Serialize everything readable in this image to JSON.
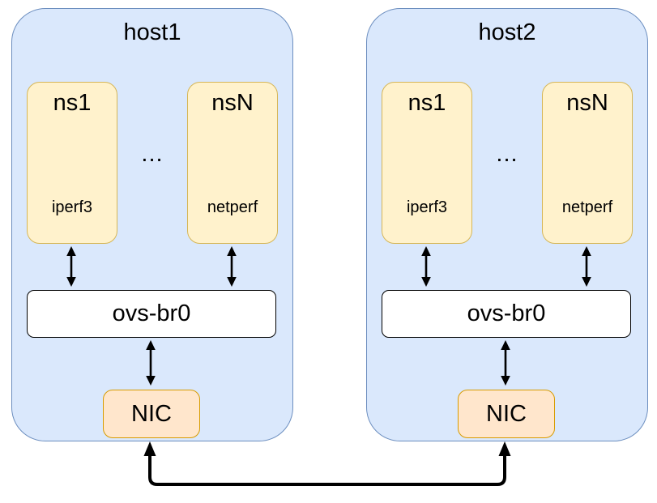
{
  "diagram": {
    "hosts": [
      {
        "title": "host1",
        "namespaces": [
          {
            "label": "ns1",
            "app": "iperf3"
          },
          {
            "label": "nsN",
            "app": "netperf"
          }
        ],
        "ellipsis": "...",
        "bridge_label": "ovs-br0",
        "nic_label": "NIC"
      },
      {
        "title": "host2",
        "namespaces": [
          {
            "label": "ns1",
            "app": "iperf3"
          },
          {
            "label": "nsN",
            "app": "netperf"
          }
        ],
        "ellipsis": "...",
        "bridge_label": "ovs-br0",
        "nic_label": "NIC"
      }
    ]
  },
  "colors": {
    "host_fill": "#dae8fc",
    "host_border": "#6c8ebf",
    "namespace_fill": "#fff2cc",
    "namespace_border": "#d6b656",
    "nic_fill": "#ffe6cc",
    "nic_border": "#d79b00",
    "bridge_fill": "#ffffff",
    "bridge_border": "#000000",
    "arrow": "#000000"
  }
}
